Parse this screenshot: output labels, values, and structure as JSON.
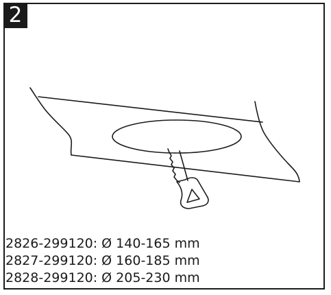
{
  "step": {
    "number": "2"
  },
  "illustration": {
    "icon": "jigsaw-cutting-hole-icon"
  },
  "specs": [
    {
      "text": "2826-299120: Ø 140-165 mm"
    },
    {
      "text": "2827-299120: Ø 160-185 mm"
    },
    {
      "text": "2828-299120: Ø 205-230 mm"
    }
  ]
}
